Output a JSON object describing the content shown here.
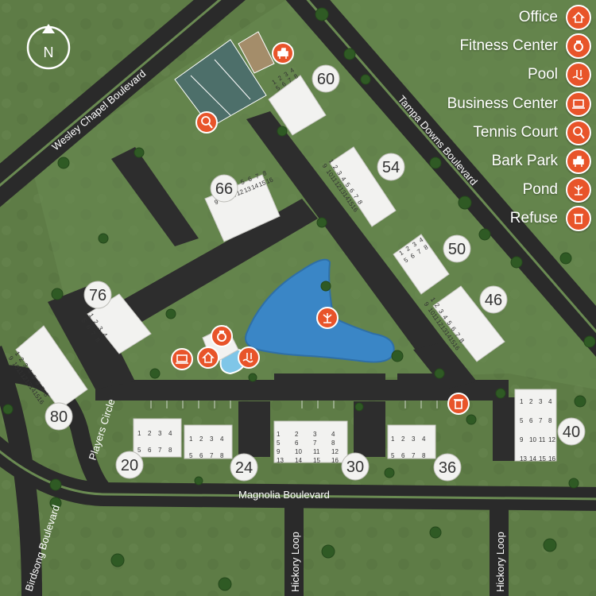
{
  "legend": [
    {
      "label": "Office",
      "icon": "office-icon"
    },
    {
      "label": "Fitness Center",
      "icon": "fitness-icon"
    },
    {
      "label": "Pool",
      "icon": "pool-icon"
    },
    {
      "label": "Business Center",
      "icon": "business-center-icon"
    },
    {
      "label": "Tennis Court",
      "icon": "tennis-icon"
    },
    {
      "label": "Bark Park",
      "icon": "dog-icon"
    },
    {
      "label": "Pond",
      "icon": "pond-icon"
    },
    {
      "label": "Refuse",
      "icon": "trash-icon"
    }
  ],
  "compass": "N",
  "streets": {
    "wesley_chapel": "Wesley Chapel Boulevard",
    "tampa_downs": "Tampa Downs Boulevard",
    "players_circle": "Players Circle",
    "magnolia": "Magnolia Boulevard",
    "birdsong": "Birdsong Boulevard",
    "hickory_1": "Hickory Loop",
    "hickory_2": "Hickory Loop"
  },
  "buildings": {
    "b60": {
      "number": "60",
      "units": [
        "1",
        "2",
        "3",
        "4",
        "5",
        "6",
        "7",
        "8"
      ]
    },
    "b66": {
      "number": "66",
      "units": [
        "1",
        "2",
        "3",
        "4",
        "5",
        "6",
        "7",
        "8",
        "9",
        "10",
        "11",
        "12",
        "13",
        "14",
        "15",
        "16"
      ]
    },
    "b54": {
      "number": "54",
      "units": [
        "1",
        "2",
        "3",
        "4",
        "5",
        "6",
        "7",
        "8",
        "9",
        "10",
        "11",
        "12",
        "13",
        "14",
        "15",
        "16"
      ]
    },
    "b50": {
      "number": "50",
      "units": [
        "1",
        "2",
        "3",
        "4",
        "5",
        "6",
        "7",
        "8"
      ]
    },
    "b46": {
      "number": "46",
      "units": [
        "1",
        "2",
        "3",
        "4",
        "5",
        "6",
        "7",
        "8",
        "9",
        "10",
        "11",
        "12",
        "13",
        "14",
        "15",
        "16"
      ]
    },
    "b76": {
      "number": "76",
      "units": [
        "1",
        "2",
        "3",
        "4",
        "5",
        "6",
        "7",
        "8"
      ]
    },
    "b80": {
      "number": "80",
      "units": [
        "1",
        "2",
        "3",
        "4",
        "5",
        "6",
        "7",
        "8",
        "9",
        "10",
        "11",
        "12",
        "13",
        "14",
        "15",
        "16"
      ]
    },
    "b20": {
      "number": "20",
      "units": [
        "1",
        "2",
        "3",
        "4",
        "5",
        "6",
        "7",
        "8"
      ]
    },
    "b24": {
      "number": "24",
      "units": [
        "1",
        "2",
        "3",
        "4",
        "5",
        "6",
        "7",
        "8"
      ]
    },
    "b30": {
      "number": "30",
      "units": [
        "1",
        "2",
        "3",
        "4",
        "5",
        "6",
        "7",
        "8",
        "9",
        "10",
        "11",
        "12",
        "13",
        "14",
        "15",
        "16"
      ]
    },
    "b36": {
      "number": "36",
      "units": [
        "1",
        "2",
        "3",
        "4",
        "5",
        "6",
        "7",
        "8"
      ]
    },
    "b40": {
      "number": "40",
      "units": [
        "1",
        "2",
        "3",
        "4",
        "5",
        "6",
        "7",
        "8",
        "9",
        "10",
        "11",
        "12",
        "13",
        "14",
        "15",
        "16"
      ]
    }
  },
  "colors": {
    "grass": "#5c7a45",
    "grass_light": "#6e8c55",
    "road": "#2b2b2b",
    "pond": "#3a86c6",
    "accent": "#e8542a",
    "building": "#f2f2f0"
  }
}
